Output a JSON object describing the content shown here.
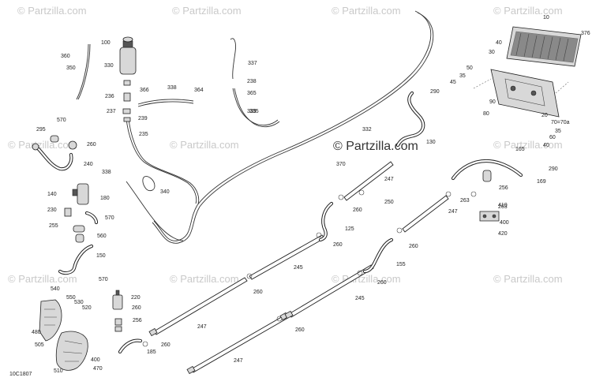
{
  "watermarks": [
    "© Partzilla.com",
    "© Partzilla.com",
    "© Partzilla.com",
    "© Partzilla.com",
    "© Partzilla.com",
    "© Partzilla.com",
    "© Partzilla.com",
    "© Partzilla.com",
    "© Partzilla.com",
    "© Partzilla.com",
    "© Partzilla.com",
    "© Partzilla.com"
  ],
  "center_watermark": "© Partzilla.com",
  "diagram_code": "10C1807",
  "labels": [
    "10",
    "376",
    "100",
    "360",
    "330",
    "350",
    "40",
    "30",
    "50",
    "35",
    "45",
    "337",
    "238",
    "338",
    "365",
    "236",
    "366",
    "364",
    "339",
    "237",
    "239",
    "335",
    "235",
    "290",
    "20",
    "80",
    "90",
    "70=70a",
    "295",
    "570",
    "260",
    "240",
    "332",
    "130",
    "165",
    "35",
    "60",
    "40",
    "370",
    "290",
    "338",
    "340",
    "247",
    "256",
    "169",
    "140",
    "180",
    "260",
    "250",
    "263",
    "410",
    "400",
    "230",
    "570",
    "255",
    "560",
    "125",
    "247",
    "263",
    "420",
    "150",
    "260",
    "260",
    "155",
    "245",
    "260",
    "570",
    "260",
    "540",
    "220",
    "550",
    "530",
    "520",
    "260",
    "245",
    "480",
    "256",
    "505",
    "260",
    "185",
    "247",
    "260",
    "470",
    "400",
    "510",
    "247"
  ]
}
